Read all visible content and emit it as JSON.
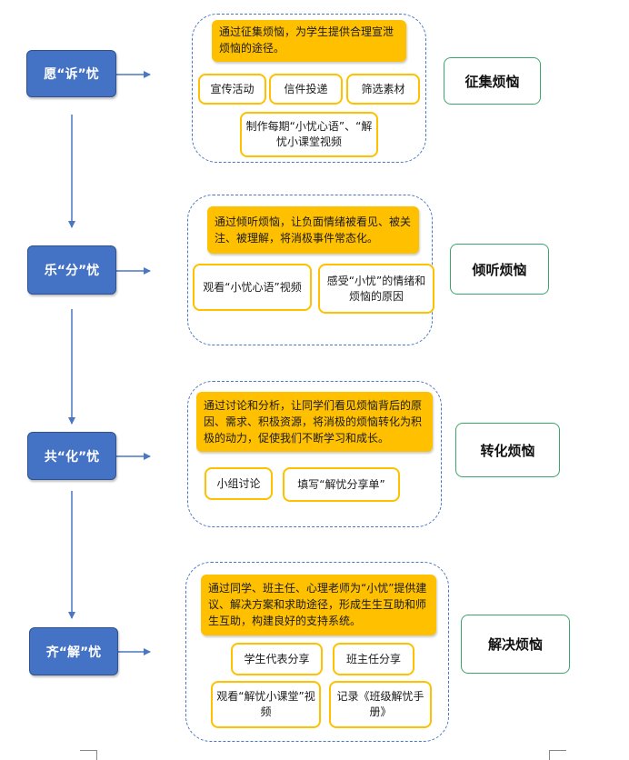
{
  "stages": [
    {
      "label": "愿“诉”忧",
      "description": "通过征集烦恼，为学生提供合理宣泄烦恼的途径。",
      "activities": [
        "宣传活动",
        "信件投递",
        "筛选素材",
        "制作每期“小忧心语”、“解忧小课堂视频"
      ],
      "result": "征集烦恼"
    },
    {
      "label": "乐“分”忧",
      "description": "通过倾听烦恼，让负面情绪被看见、被关注、被理解，将消极事件常态化。",
      "activities": [
        "观看“小忧心语”视频",
        "感受“小忧”的情绪和烦恼的原因"
      ],
      "result": "倾听烦恼"
    },
    {
      "label": "共“化”忧",
      "description": "通过讨论和分析，让同学们看见烦恼背后的原因、需求、积极资源，将消极的烦恼转化为积极的动力，促使我们不断学习和成长。",
      "activities": [
        "小组讨论",
        "填写“解忧分享单”"
      ],
      "result": "转化烦恼"
    },
    {
      "label": "齐“解”忧",
      "description": "通过同学、班主任、心理老师为“小忧”提供建议、解决方案和求助途径，形成生生互助和师生互助，构建良好的支持系统。",
      "activities": [
        "学生代表分享",
        "班主任分享",
        "观看“解忧小课堂”视频",
        "记录《班级解忧手册》"
      ],
      "result": "解决烦恼"
    }
  ],
  "colors": {
    "stage_fill": "#4472c4",
    "description_fill": "#ffc000",
    "activity_border": "#ffc000",
    "group_border": "#4a76c2",
    "result_border": "#3aa66a",
    "arrow": "#4a76c2"
  }
}
